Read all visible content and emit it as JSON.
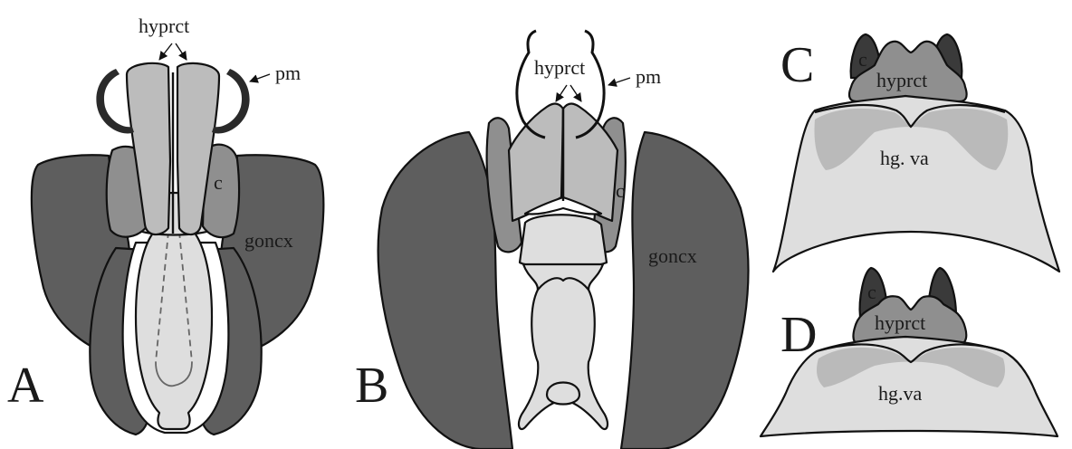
{
  "colors": {
    "dark": "#5e5e5e",
    "mid": "#8f8f8f",
    "light": "#bcbcbc",
    "pale": "#dedede",
    "darkest": "#3a3a3a",
    "stroke": "#111111",
    "background": "#ffffff"
  },
  "panels": {
    "A": {
      "letter": "A",
      "labels": {
        "hyprct": "hyprct",
        "pm": "pm",
        "c": "c",
        "goncx": "goncx"
      }
    },
    "B": {
      "letter": "B",
      "labels": {
        "hyprct": "hyprct",
        "pm": "pm",
        "c": "c",
        "goncx": "goncx"
      }
    },
    "C": {
      "letter": "C",
      "labels": {
        "c": "c",
        "hyprct": "hyprct",
        "hgva": "hg. va"
      }
    },
    "D": {
      "letter": "D",
      "labels": {
        "c": "c",
        "hyprct": "hyprct",
        "hgva": "hg.va"
      }
    }
  }
}
